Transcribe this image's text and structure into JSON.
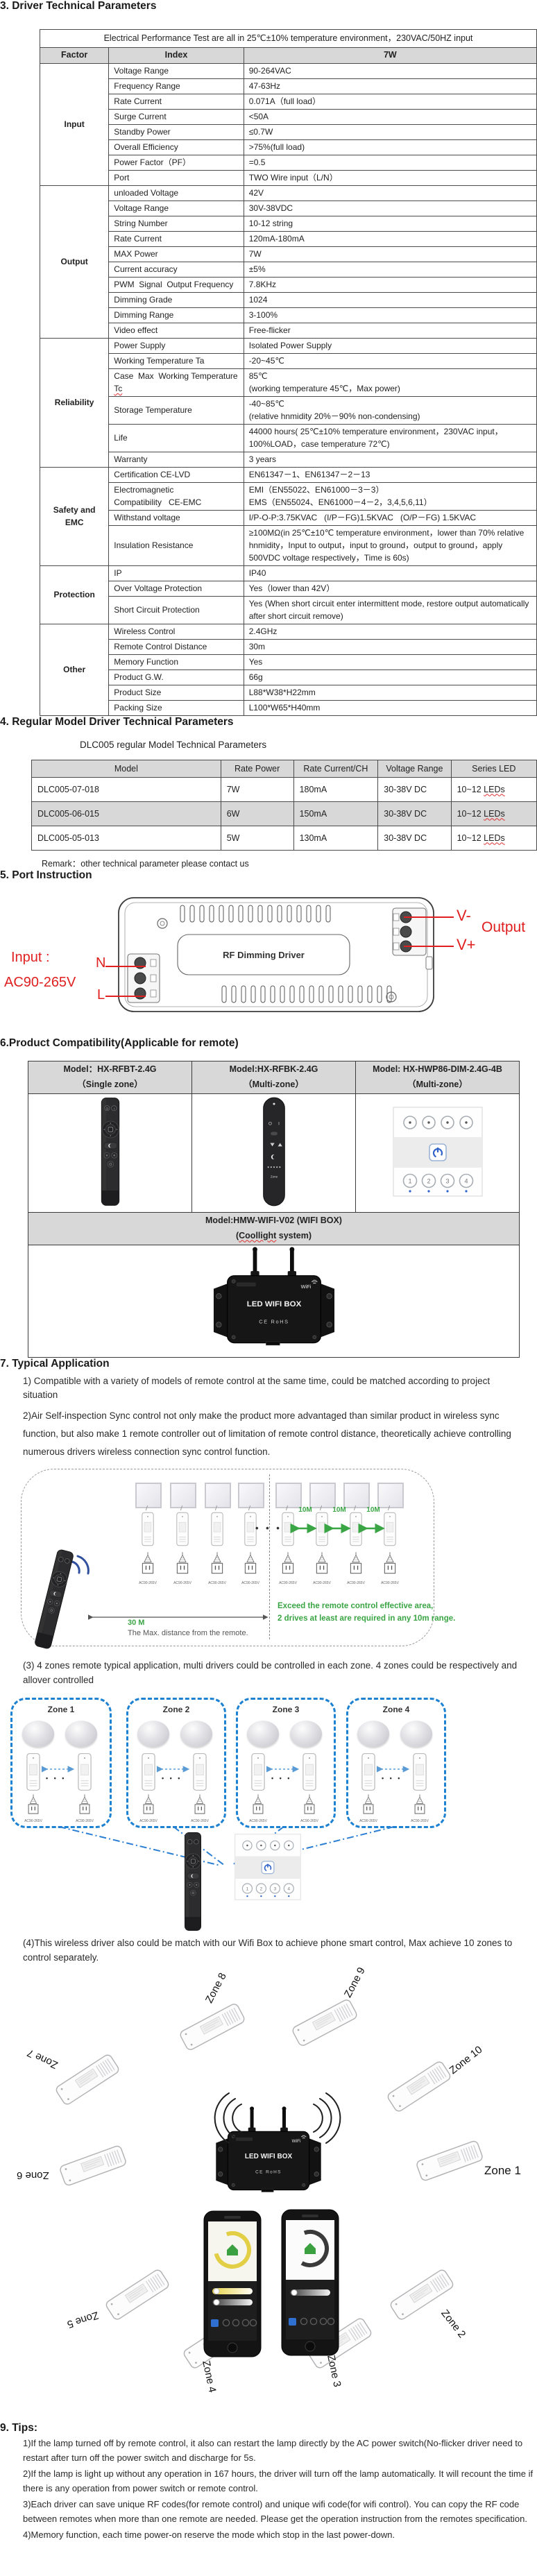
{
  "doc": {
    "s3_title": "3. Driver Technical Parameters",
    "s4_title": "4. Regular Model Driver Technical Parameters",
    "s4_sub": "DLC005 regular Model Technical Parameters",
    "s5_title": "5. Port Instruction",
    "s6_title": "6.Product Compatibility(Applicable for remote)",
    "s7_title": "7. Typical Application",
    "s9_title": "9. Tips:"
  },
  "tech": {
    "caption": "Electrical Performance Test are all in 25℃±10% temperature environment，230VAC/50HZ  input",
    "columns": [
      "Factor",
      "Index",
      "7W"
    ],
    "tc_wavy": "Tc",
    "groups": [
      {
        "factor": "Input",
        "rows": [
          [
            "Voltage Range",
            "90-264VAC"
          ],
          [
            "Frequency Range",
            "47-63Hz"
          ],
          [
            "Rate Current",
            "0.071A（full load）"
          ],
          [
            "Surge Current",
            "<50A"
          ],
          [
            "Standby Power",
            "≤0.7W"
          ],
          [
            "Overall Efficiency",
            ">75%(full load)"
          ],
          [
            "Power Factor（PF）",
            "=0.5"
          ],
          [
            "Port",
            "TWO Wire input（L/N）"
          ]
        ]
      },
      {
        "factor": "Output",
        "rows": [
          [
            "unloaded Voltage",
            "42V"
          ],
          [
            "Voltage Range",
            "30V-38VDC"
          ],
          [
            "String Number",
            "10-12 string"
          ],
          [
            "Rate Current",
            "120mA-180mA"
          ],
          [
            "MAX Power",
            "7W"
          ],
          [
            "Current accuracy",
            "±5%"
          ],
          [
            "PWM  Signal  Output Frequency",
            "7.8KHz"
          ],
          [
            "Dimming Grade",
            "1024"
          ],
          [
            "Dimming Range",
            "3-100%"
          ],
          [
            "Video effect",
            "Free-flicker"
          ]
        ]
      },
      {
        "factor": "Reliability",
        "rows": [
          [
            "Power Supply",
            "Isolated Power Supply"
          ],
          [
            "Working Temperature  Ta",
            "-20~45℃"
          ],
          [
            "Case  Max  Working Temperature",
            "85℃\n(working temperature  45℃，Max  power)"
          ],
          [
            "Storage Temperature",
            "-40~85℃\n(relative hnmidity 20%－90% non-condensing)"
          ],
          [
            "Life",
            "44000 hours( 25℃±10% temperature environment，230VAC input，100%LOAD，case temperature 72℃)"
          ],
          [
            "Warranty",
            "3 years"
          ]
        ]
      },
      {
        "factor": "Safety and EMC",
        "rows": [
          [
            "Certification CE-LVD",
            "EN61347－1、EN61347－2－13"
          ],
          [
            "Electromagnetic Compatibility   CE-EMC",
            "EMI（EN55022、EN61000－3－3）\nEMS（EN55024、EN61000－4－2，3,4,5,6,11）"
          ],
          [
            "Withstand voltage",
            "I/P-O-P:3.75KVAC   (I/P－FG)1.5KVAC   (O/P－FG) 1.5KVAC"
          ],
          [
            "Insulation Resistance",
            "≥100MΩ(in 25℃±10℃ temperature environment，lower than 70% relative hnmidity，Input to output，input to ground，output to ground，apply 500VDC voltage respectively，Time is 60s)"
          ]
        ]
      },
      {
        "factor": "Protection",
        "rows": [
          [
            "IP",
            "IP40"
          ],
          [
            "Over Voltage Protection",
            "Yes（lower than 42V）"
          ],
          [
            "Short Circuit Protection",
            "Yes (When short circuit enter intermittent mode, restore output automatically after short circuit remove)"
          ]
        ]
      },
      {
        "factor": "Other",
        "rows": [
          [
            "Wireless Control",
            "2.4GHz"
          ],
          [
            "Remote Control Distance",
            "30m"
          ],
          [
            "Memory Function",
            "Yes"
          ],
          [
            "Product G.W.",
            "66g"
          ],
          [
            "Product Size",
            "L88*W38*H22mm"
          ],
          [
            "Packing Size",
            "L100*W65*H40mm"
          ]
        ]
      }
    ]
  },
  "model_table": {
    "columns": [
      "Model",
      "Rate Power",
      "Rate Current/CH",
      "Voltage Range",
      "Series LED"
    ],
    "rows": [
      [
        "DLC005-07-018",
        "7W",
        "180mA",
        "30-38V DC"
      ],
      [
        "DLC005-06-015",
        "6W",
        "150mA",
        "30-38V DC"
      ],
      [
        "DLC005-05-013",
        "5W",
        "130mA",
        "30-38V DC"
      ]
    ],
    "series_prefix": "10~12 ",
    "series_wavy": "LEDs",
    "remark": "Remark：other technical parameter please contact us"
  },
  "port": {
    "input_label": "Input :",
    "input_voltage": "AC90-265V",
    "n_label": "N",
    "l_label": "L",
    "v_minus": "V-",
    "v_plus": "V+",
    "output_label": "Output",
    "device_text": "RF  Dimming Driver"
  },
  "compat": {
    "col1_model": "Model：HX-RFBT-2.4G",
    "col1_zone": "（Single zone）",
    "col2_model": "Model:HX-RFBK-2.4G",
    "col2_zone": "（Multi-zone）",
    "col3_model": "Model: HX-HWP86-DIM-2.4G-4B",
    "col3_zone": "（Multi-zone）",
    "wifi_model": "Model:HMW-WIFI-V02 (WIFI BOX)",
    "wifi_sys_pre": "(",
    "wifi_sys_wavy": "Coollight",
    "wifi_sys_suf": " system)",
    "box_text": "LED WIFI BOX",
    "box_wifi": "WiFi",
    "box_certs": "CE  RoHS",
    "remote_off": "O",
    "remote_on": "I",
    "zone_key": "Zone",
    "panel_keys": [
      "1",
      "2",
      "3",
      "4"
    ]
  },
  "app": {
    "p1": "1) Compatible with a variety of models of remote control at the same time, could be matched according to project situation",
    "p2": "2)Air Self-inspection Sync control not only make the product more advantaged than similar product in wireless sync function, but also make 1 remote controller out of limitation of remote control distance, theoretically achieve controlling numerous drivers wireless connection sync control function.",
    "p3": "(3) 4 zones remote typical application, multi drivers could be controlled in each zone. 4 zones could be respectively and allover controlled",
    "p4": "(4)This wireless driver also could be match with our Wifi Box to achieve phone smart control, Max achieve 10 zones to control separately.",
    "m10": "10M",
    "m30": "30 M",
    "dist_caption": "The Max. distance from the remote.",
    "note1": "Exceed the remote control effective area,",
    "note2": "2 drives at least are required in any 10m range.",
    "plug_label": "AC90-265V",
    "zones": [
      "Zone 1",
      "Zone 2",
      "Zone 3",
      "Zone 4"
    ],
    "wifi_zones": [
      "Zone 1",
      "Zone 2",
      "Zone 3",
      "Zone 4",
      "Zone 5",
      "Zone 6",
      "Zone 7",
      "Zone 8",
      "Zone 9",
      "Zone 10"
    ]
  },
  "tips": {
    "items": [
      "1)If the lamp turned off by remote control, it also can restart the lamp directly by the AC power switch(No-flicker driver need to restart after turn off the power switch and discharge for 5s.",
      "2)If the lamp is light up without any operation in 167 hours, the driver will turn off the lamp automatically. It will recount the time if there is any operation from power switch or remote control.",
      "3)Each driver can save unique RF codes(for remote control) and unique wifi code(for wifi control). You can copy the RF code between remotes when more than one remote are needed. Please get the operation instruction from the remotes specification.",
      "4)Memory function, each time power-on reserve the mode which stop in the last power-down."
    ]
  },
  "colors": {
    "accent_red": "#e02020",
    "green": "#3aa544",
    "zone_blue": "#1e82d2",
    "header_gray": "#d8d8d8"
  }
}
